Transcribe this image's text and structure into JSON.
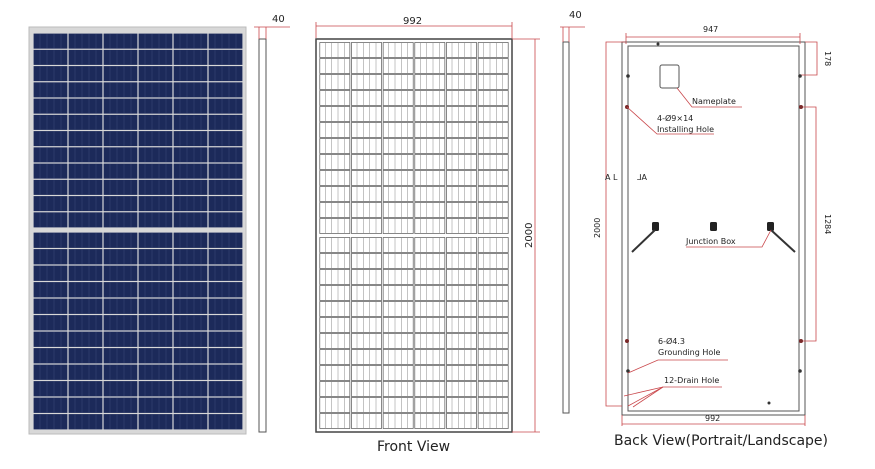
{
  "photo_view": {
    "thickness_label": "40",
    "cell_columns": 6,
    "cell_rows_per_half": 12,
    "cell_color": "#1c2a5a"
  },
  "front_view": {
    "title": "Front View",
    "width_label": "992",
    "height_label": "2000",
    "thickness_label": "40",
    "cell_columns": 6,
    "cell_rows_per_half": 12
  },
  "back_view": {
    "title": "Back View(Portrait/Landscape)",
    "top_width_label": "947",
    "bottom_width_label": "992",
    "height_label": "2000",
    "top_offset_label": "178",
    "hole_spacing_label": "1284",
    "nameplate_label": "Nameplate",
    "installing_hole_spec": "4-Ø9×14",
    "installing_hole_label": "Installing  Hole",
    "section_left": "A L",
    "section_right": "⅃A",
    "junction_box_label": "Junction Box",
    "grounding_hole_spec": "6-Ø4.3",
    "grounding_hole_label": "Grounding Hole",
    "drain_hole_label": "12-Drain Hole"
  },
  "colors": {
    "dimension": "#c9474b",
    "frame": "#555555"
  }
}
